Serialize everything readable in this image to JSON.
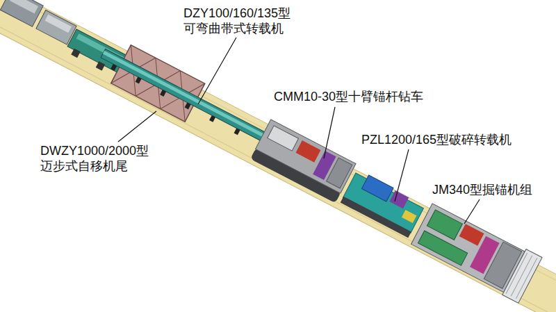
{
  "diagram": {
    "labels": [
      "DZY100/160/135型 可弯曲带式转载机",
      "CMM10-30型十臂锚杆钻车",
      "PZL1200/165型破碎转载机",
      "JM340型掘锚机组",
      "DWZY1000/2000型 迈步式自移机尾"
    ]
  }
}
